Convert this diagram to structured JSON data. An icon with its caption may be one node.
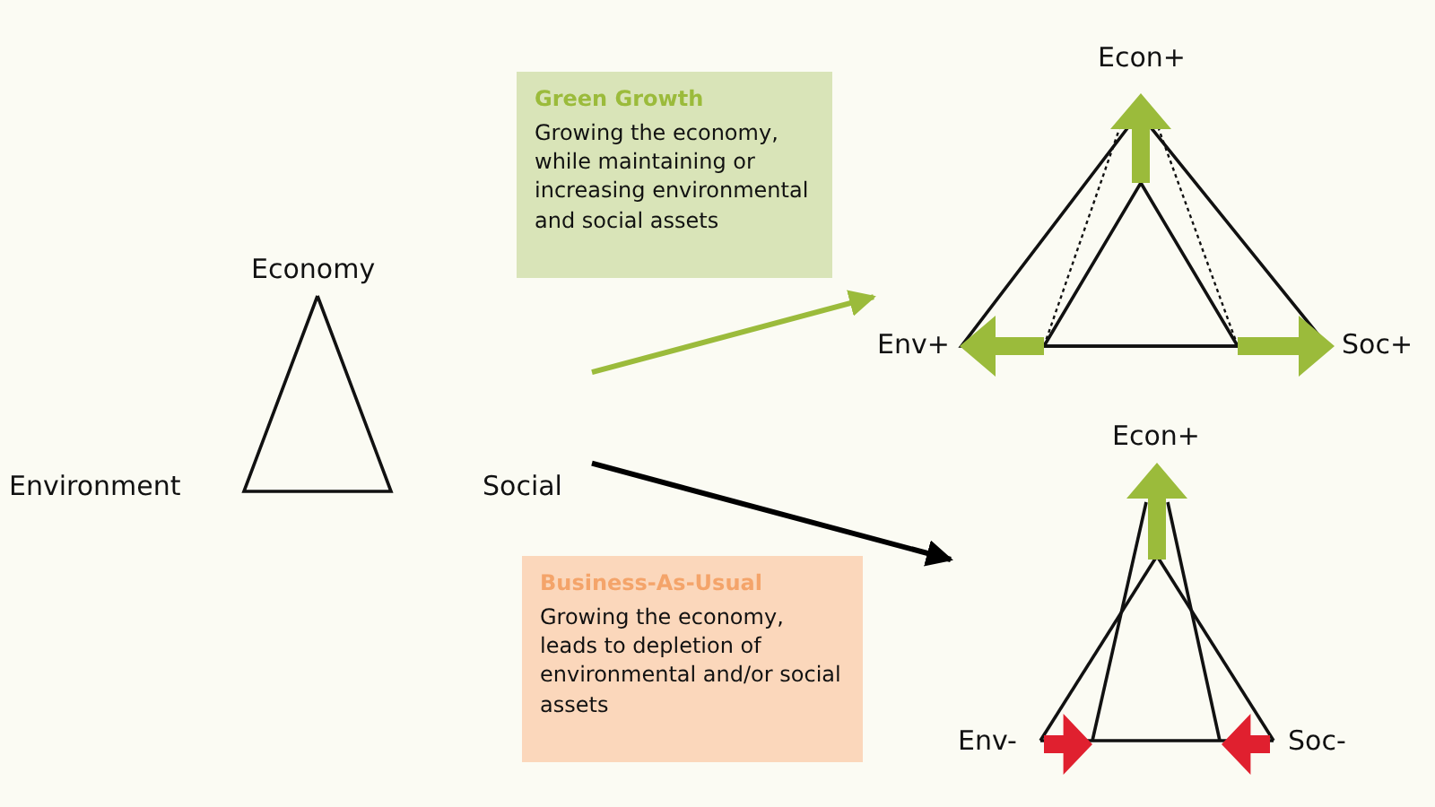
{
  "diagram": {
    "nodes": [
      {
        "text": [
          "Economy",
          "Environment",
          "Social"
        ]
      },
      {
        "text": [
          "Green Growth",
          "Growing the economy, while maintaining or increasing environmental and social assets"
        ]
      },
      {
        "text": [
          "Econ+",
          "Env+",
          "Soc+"
        ]
      },
      {
        "text": [
          "Business-As-Usual",
          "Growing the economy, leads to depletion of environmental and/or social assets"
        ]
      },
      {
        "text": [
          "Econ+",
          "Env-",
          "Soc-"
        ]
      }
    ],
    "edges": [
      {
        "from": 0,
        "to": 2,
        "arrow": "to",
        "color": "#9bbb3b"
      },
      {
        "from": 0,
        "to": 4,
        "arrow": "to",
        "color": "#000000"
      }
    ]
  }
}
